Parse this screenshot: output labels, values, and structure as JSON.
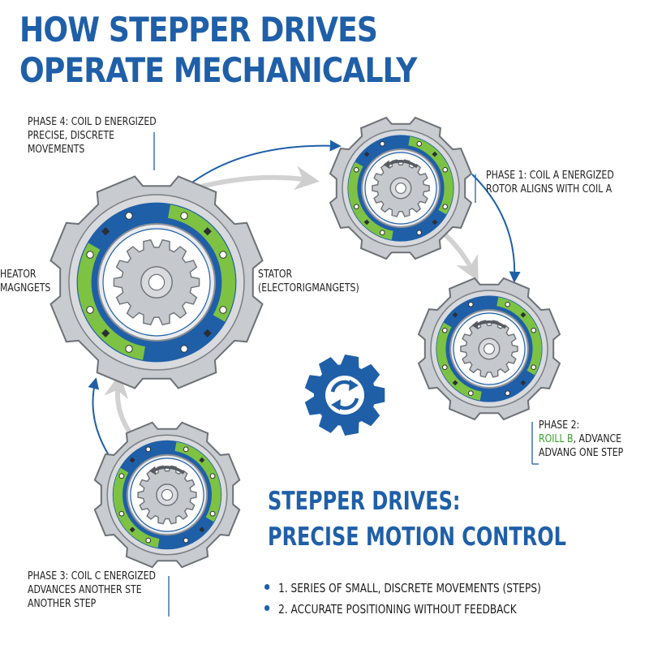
{
  "title": {
    "line1": "HOW STEPPER DRIVES",
    "line2": "OPERATE MECHANICALLY"
  },
  "labels": {
    "phase4": {
      "line1": "PHASE 4: COIL D ENERGIZED",
      "line2": "PRECISE, DISCRETE",
      "line3": "MOVEMENTS"
    },
    "phase1": {
      "line1": "PHASE 1: COIL A ENERGIZED",
      "line2": "ROTOR ALIGNS WITH COIL A"
    },
    "phase2": {
      "line1": "PHASE 2:",
      "line2_hl": "ROILL B",
      "line2_rest": ", ADVANCE",
      "line3": "ADVANG ONE STEP"
    },
    "phase3": {
      "line1": "PHASE 3: COIL C ENERGIZED",
      "line2": "ADVANCES ANOTHER STE",
      "line3": "ANOTHER STEP"
    },
    "left": {
      "line1": "HEATOR",
      "line2": "MAGNGETS"
    },
    "stator": {
      "line1": "STATOR",
      "line2": "(ELECTORIGMANGETS)"
    }
  },
  "headline": {
    "line1": "STEPPER DRIVES:",
    "line2": "PRECISE MOTION CONTROL"
  },
  "bullets": [
    "1. SERIES OF SMALL, DISCRETE MOVEMENTS (STEPS)",
    "2. ACCURATE POSITIONING WITHOUT FEEDBACK"
  ],
  "icons": {
    "motor_main": "stepper-motor-icon",
    "motor_phase1": "stepper-motor-icon",
    "motor_phase2": "stepper-motor-icon",
    "motor_phase3": "stepper-motor-icon",
    "center": "gear-cycle-icon"
  },
  "colors": {
    "brand_blue": "#1f5fa8",
    "accent_green": "#7dc243",
    "steel": "#c9ccd0",
    "arrow_gray": "#d2d2d2"
  }
}
